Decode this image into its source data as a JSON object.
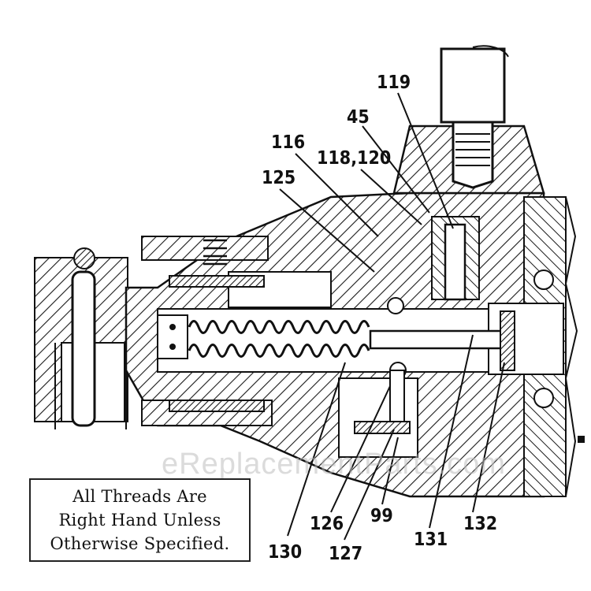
{
  "callouts": {
    "c119": "119",
    "c45": "45",
    "c116": "116",
    "c118_120": "118,120",
    "c125": "125",
    "c130": "130",
    "c126": "126",
    "c127": "127",
    "c99": "99",
    "c131": "131",
    "c132": "132"
  },
  "note": {
    "line1": "All Threads Are",
    "line2": "Right Hand Unless",
    "line3": "Otherwise Specified."
  },
  "watermark": "eReplacementParts.com",
  "colors": {
    "ink": "#111111",
    "hatch": "#1a1a1a",
    "paper": "#ffffff"
  }
}
